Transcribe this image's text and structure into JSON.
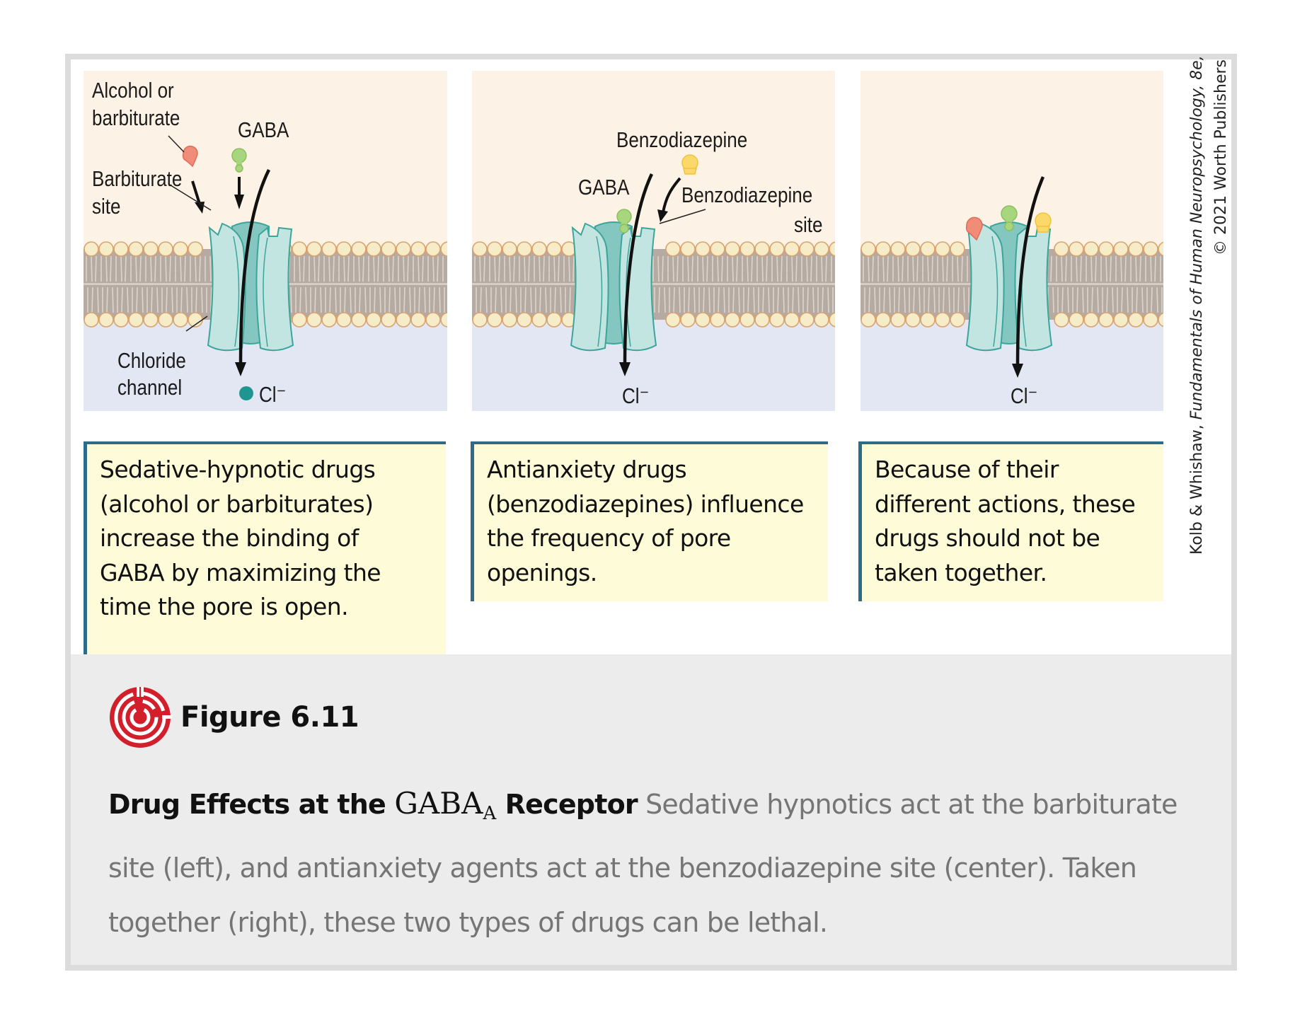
{
  "figure": {
    "number_label": "Figure 6.11",
    "icon": "target-maze-icon",
    "caption": {
      "title_before": "Drug Effects at the",
      "title_math": "GABA",
      "title_math_sub": "A",
      "title_after": "Receptor",
      "body": "Sedative hypnotics act at the barbiturate site (left), and antianxiety agents act at the benzodiazepine site (center). Taken together (right), these two types of drugs can be lethal."
    },
    "credit": {
      "line1_prefix": "Kolb & Whishaw, ",
      "line1_italic": "Fundamentals of Human Neuropsychology, 8e,",
      "line2": "© 2021 Worth Publishers"
    }
  },
  "colors": {
    "extracellular": "#fdf2e6",
    "intracellular": "#e3e7f3",
    "membrane_tails": "#b5aba2",
    "lipid_head_fill": "#f6ecc8",
    "lipid_head_stroke": "#d9a26e",
    "channel_light": "#c3e5e2",
    "channel_dark": "#84c6c0",
    "channel_stroke": "#3ca59b",
    "barbiturate": "#f08c78",
    "gaba": "#a8d67e",
    "benzodiazepine": "#fad86a",
    "chloride_ion": "#1f9591",
    "callout_border": "#2f6b86",
    "callout_bg": "#fefbd8"
  },
  "panels": [
    {
      "id": "left",
      "labels": {
        "alcohol_line1": "Alcohol or",
        "alcohol_line2": "barbiturate",
        "gaba": "GABA",
        "barb_site_line1": "Barbiturate",
        "barb_site_line2": "site",
        "channel_line1": "Chloride",
        "channel_line2": "channel",
        "ion": "Cl⁻"
      },
      "callout": [
        "Sedative-hypnotic drugs",
        "(alcohol or barbiturates)",
        "increase the binding of",
        "GABA by maximizing the",
        "time the pore is open."
      ]
    },
    {
      "id": "center",
      "labels": {
        "benzo": "Benzodiazepine",
        "gaba": "GABA",
        "benzo_site_line1": "Benzodiazepine",
        "benzo_site_line2": "site",
        "ion": "Cl⁻"
      },
      "callout": [
        "Antianxiety drugs",
        "(benzodiazepines) influence",
        "the frequency of pore",
        "openings."
      ]
    },
    {
      "id": "right",
      "labels": {
        "ion": "Cl⁻"
      },
      "callout": [
        "Because of their",
        "different actions, these",
        "drugs should not be",
        "taken together."
      ]
    }
  ]
}
